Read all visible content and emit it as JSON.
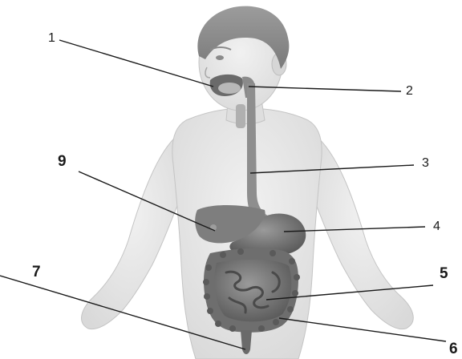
{
  "diagram": {
    "labels": {
      "n1": "1",
      "n2": "2",
      "n3": "3",
      "n4": "4",
      "n5": "5",
      "n6": "6",
      "n7": "7",
      "n9": "9"
    }
  }
}
